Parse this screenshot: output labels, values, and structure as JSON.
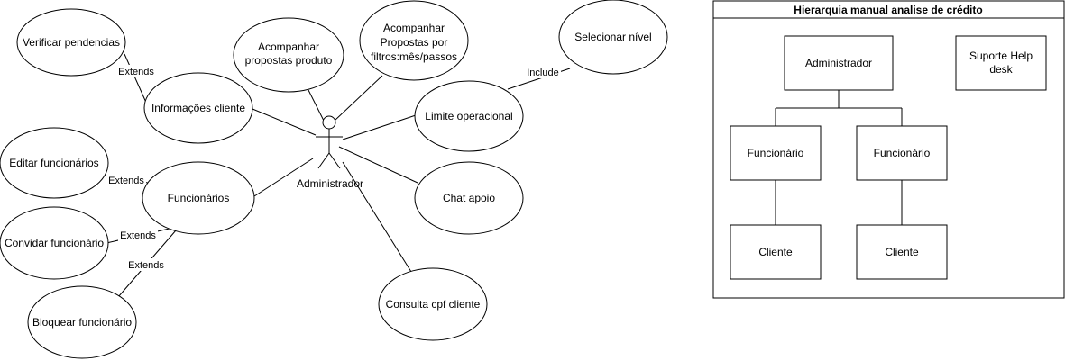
{
  "use_case_diagram": {
    "actor": {
      "label": "Administrador"
    },
    "use_cases": {
      "verificar_pendencias": "Verificar pendencias",
      "informacoes_cliente": "Informações cliente",
      "acompanhar_propostas_produto": [
        "Acompanhar",
        "propostas produto"
      ],
      "acompanhar_propostas_filtros": [
        "Acompanhar",
        "Propostas por",
        "filtros:mês/passos"
      ],
      "selecionar_nivel": "Selecionar nível",
      "limite_operacional": "Limite operacional",
      "editar_funcionarios": "Editar funcionários",
      "funcionarios": "Funcionários",
      "convidar_funcionario": "Convidar funcionário",
      "bloquear_funcionario": "Bloquear funcionário",
      "chat_apoio": "Chat apoio",
      "consulta_cpf_cliente": "Consulta cpf cliente"
    },
    "relation_labels": {
      "extends_verificar": "Extends",
      "extends_editar": "Extends",
      "extends_convidar": "Extends",
      "extends_bloquear": "Extends",
      "include_selecionar": "Include"
    }
  },
  "hierarchy": {
    "title": "Hierarquia manual analise de crédito",
    "administrador": "Administrador",
    "suporte": [
      "Suporte Help",
      "desk"
    ],
    "funcionario_left": "Funcionário",
    "funcionario_right": "Funcionário",
    "cliente_left": "Cliente",
    "cliente_right": "Cliente"
  }
}
